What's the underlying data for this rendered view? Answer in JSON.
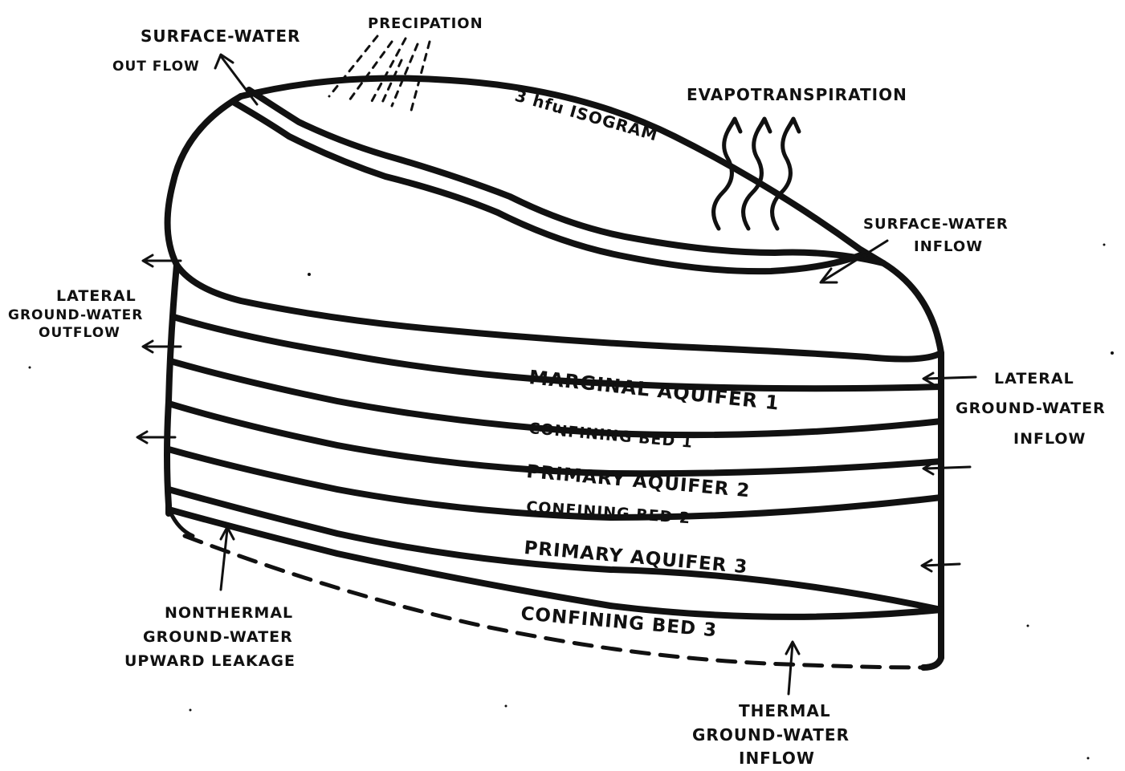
{
  "diagram": {
    "labels": {
      "surface_water_outflow_1": "SURFACE-WATER",
      "surface_water_outflow_2": "OUT FLOW",
      "precipitation": "PRECIPATION",
      "isogram": "3 hfu ISOGRAM",
      "evapotranspiration": "EVAPOTRANSPIRATION",
      "surface_water_inflow_1": "SURFACE-WATER",
      "surface_water_inflow_2": "INFLOW",
      "lateral_outflow_1": "LATERAL",
      "lateral_outflow_2": "GROUND-WATER",
      "lateral_outflow_3": "OUTFLOW",
      "lateral_inflow_1": "LATERAL",
      "lateral_inflow_2": "GROUND-WATER",
      "lateral_inflow_3": "INFLOW",
      "nonthermal_1": "NONTHERMAL",
      "nonthermal_2": "GROUND-WATER",
      "nonthermal_3": "UPWARD LEAKAGE",
      "thermal_1": "THERMAL",
      "thermal_2": "GROUND-WATER",
      "thermal_3": "INFLOW"
    },
    "layers": [
      "MARGINAL AQUIFER 1",
      "CONFINING BED 1",
      "PRIMARY AQUIFER 2",
      "CONFINING BED 2",
      "PRIMARY AQUIFER 3",
      "CONFINING BED 3"
    ],
    "ink_color": "#111111",
    "background": "#ffffff"
  }
}
